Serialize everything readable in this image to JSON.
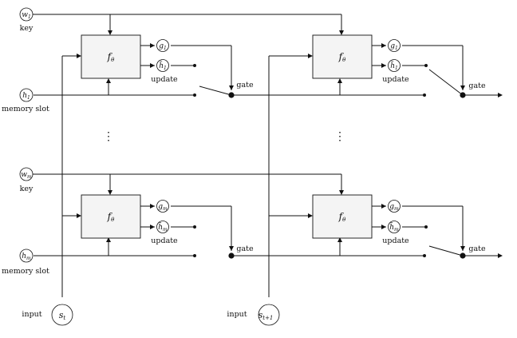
{
  "columns": [
    {
      "rows": [
        {
          "key_node": "w",
          "key_sub": "1",
          "key_label": "key",
          "slot_node": "h",
          "slot_sub": "1",
          "slot_label": "memory slot",
          "func": "f",
          "func_sub": "θ",
          "g": "g",
          "g_sub": "1",
          "htilde": "h̃",
          "htilde_sub": "1",
          "update_label": "update",
          "gate_label": "gate"
        },
        {
          "key_node": "w",
          "key_sub": "m",
          "key_label": "key",
          "slot_node": "h",
          "slot_sub": "m",
          "slot_label": "memory slot",
          "func": "f",
          "func_sub": "θ",
          "g": "g",
          "g_sub": "m",
          "htilde": "h̃",
          "htilde_sub": "m",
          "update_label": "update",
          "gate_label": "gate"
        }
      ],
      "input_label": "input",
      "input_node": "s",
      "input_sub": "t"
    },
    {
      "rows": [
        {
          "func": "f",
          "func_sub": "θ",
          "g": "g",
          "g_sub": "1",
          "htilde": "h̃",
          "htilde_sub": "1",
          "update_label": "update",
          "gate_label": "gate"
        },
        {
          "func": "f",
          "func_sub": "θ",
          "g": "g",
          "g_sub": "m",
          "htilde": "h̃",
          "htilde_sub": "m",
          "update_label": "update",
          "gate_label": "gate"
        }
      ],
      "input_label": "input",
      "input_node": "s",
      "input_sub": "t+1"
    }
  ],
  "vdots": "⋮"
}
